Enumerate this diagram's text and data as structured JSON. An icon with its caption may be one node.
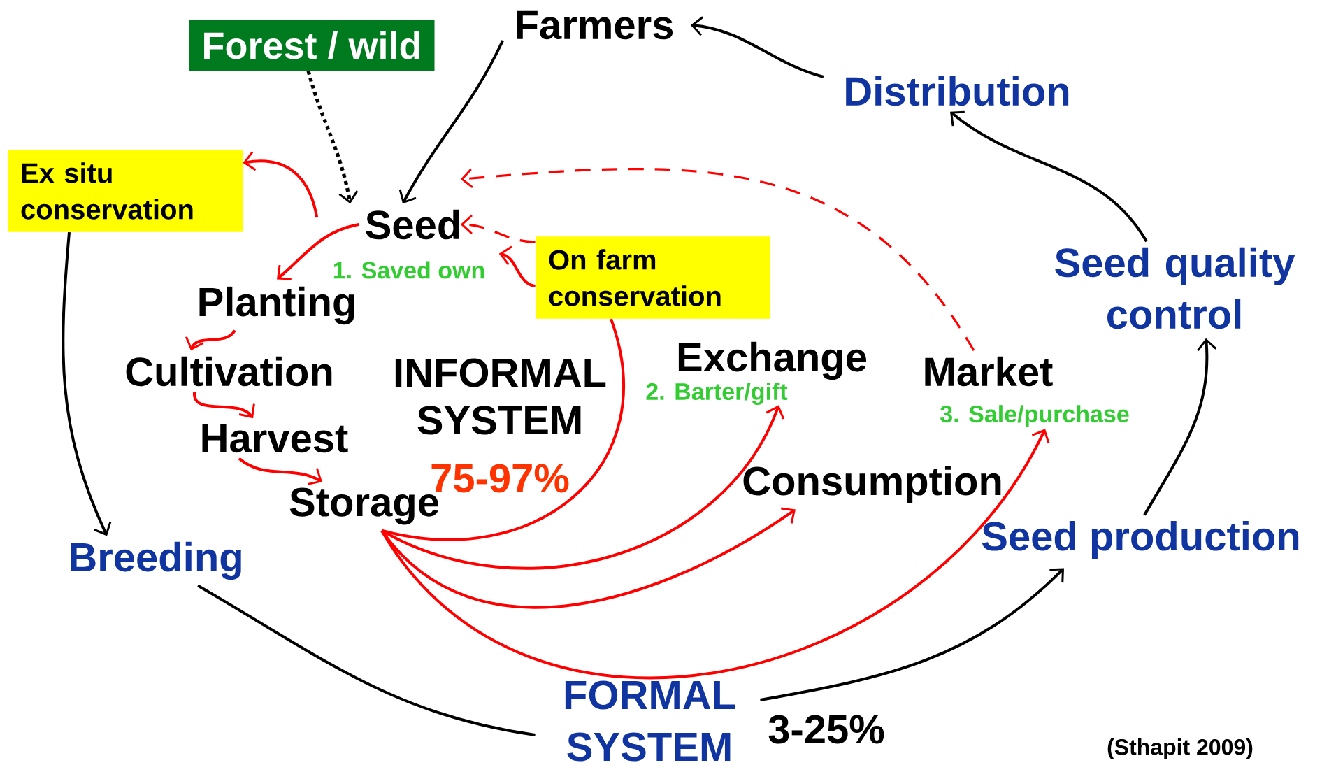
{
  "diagram": {
    "nodes": [
      {
        "text": [
          "Farmers"
        ]
      },
      {
        "text": [
          "Forest / wild"
        ]
      },
      {
        "text": [
          "Ex situ conservation"
        ]
      },
      {
        "text": [
          "Seed"
        ],
        "beside": [
          "1. Saved own"
        ]
      },
      {
        "text": [
          "Distribution"
        ]
      },
      {
        "text": [
          "Planting"
        ]
      },
      {
        "text": [
          "Cultivation"
        ]
      },
      {
        "text": [
          "Harvest"
        ]
      },
      {
        "text": [
          "Storage"
        ]
      },
      {
        "text": [
          "On farm conservation"
        ]
      },
      {
        "text": [
          "Exchange"
        ],
        "beside": [
          "2. Barter/gift"
        ]
      },
      {
        "text": [
          "Market"
        ],
        "beside": [
          "3. Sale/purchase"
        ]
      },
      {
        "text": [
          "Seed quality control"
        ]
      },
      {
        "text": [
          "Consumption"
        ]
      },
      {
        "text": [
          "Seed production"
        ]
      },
      {
        "text": [
          "Breeding"
        ]
      },
      {
        "text": [
          "FORMAL SYSTEM"
        ],
        "beside": [
          "3-25%"
        ]
      }
    ],
    "edges": [
      {
        "from": 0,
        "to": 3,
        "arrow": "to",
        "color": "#000000"
      },
      {
        "from": 1,
        "to": 3,
        "arrow": "to",
        "style": "dashed",
        "color": "#000000"
      },
      {
        "from": 3,
        "to": 2,
        "arrow": "to"
      },
      {
        "from": 3,
        "to": 5,
        "arrow": "to"
      },
      {
        "from": 5,
        "to": 6,
        "arrow": "to"
      },
      {
        "from": 6,
        "to": 7,
        "arrow": "to"
      },
      {
        "from": 7,
        "to": 8,
        "arrow": "to"
      },
      {
        "from": 11,
        "to": 3,
        "arrow": "to",
        "style": "dashed"
      },
      {
        "from": 9,
        "to": 3,
        "arrow": "to",
        "style": "dashed"
      },
      {
        "from": 9,
        "to": 3,
        "arrow": "to"
      },
      {
        "from": 8,
        "to": 9,
        "arrow": "none"
      },
      {
        "from": 8,
        "to": 10,
        "arrow": "to"
      },
      {
        "from": 8,
        "to": 13,
        "arrow": "to"
      },
      {
        "from": 8,
        "to": 11,
        "arrow": "to"
      },
      {
        "from": 2,
        "to": 15,
        "arrow": "to",
        "color": "#000000"
      },
      {
        "from": 15,
        "to": 16,
        "arrow": "none",
        "color": "#000000"
      },
      {
        "from": 16,
        "to": 14,
        "arrow": "to",
        "color": "#000000"
      },
      {
        "from": 14,
        "to": 12,
        "arrow": "to",
        "color": "#000000"
      },
      {
        "from": 12,
        "to": 4,
        "arrow": "to",
        "color": "#000000"
      },
      {
        "from": 4,
        "to": 0,
        "arrow": "to",
        "color": "#000000"
      }
    ],
    "labels": [
      "INFORMAL SYSTEM",
      "75-97%",
      "(Sthapit 2009)"
    ]
  }
}
